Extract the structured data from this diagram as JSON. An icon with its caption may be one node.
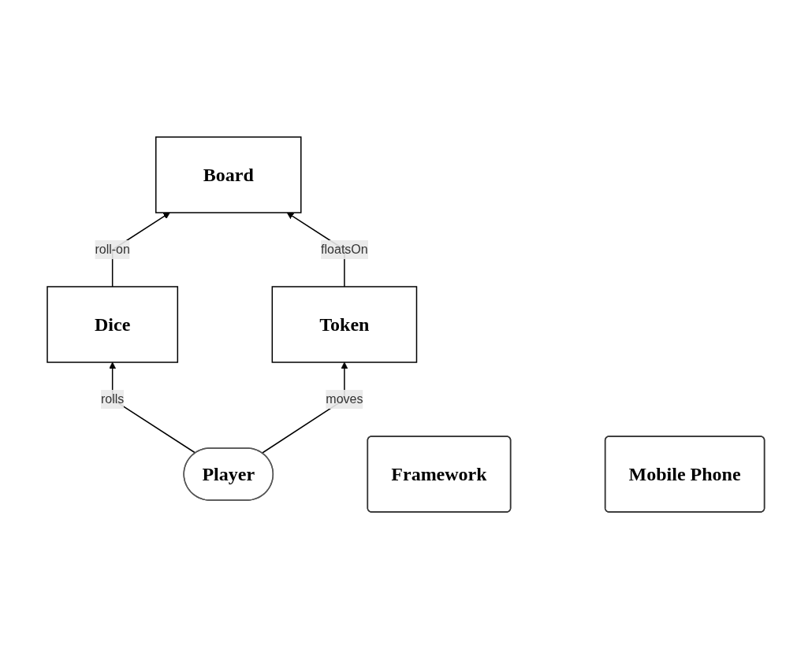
{
  "diagram": {
    "nodes": [
      {
        "text": [
          "Board"
        ]
      },
      {
        "text": [
          "Dice"
        ]
      },
      {
        "text": [
          "Token"
        ]
      },
      {
        "text": [
          "Player"
        ]
      },
      {
        "text": [
          "Framework"
        ]
      },
      {
        "text": [
          "Mobile Phone"
        ]
      }
    ],
    "edges": [
      {
        "from": 1,
        "to": 0,
        "arrow": "to",
        "label": "roll-on"
      },
      {
        "from": 2,
        "to": 0,
        "arrow": "to",
        "label": "floatsOn"
      },
      {
        "from": 3,
        "to": 1,
        "arrow": "to",
        "label": "rolls"
      },
      {
        "from": 3,
        "to": 2,
        "arrow": "to",
        "label": "moves"
      }
    ]
  }
}
